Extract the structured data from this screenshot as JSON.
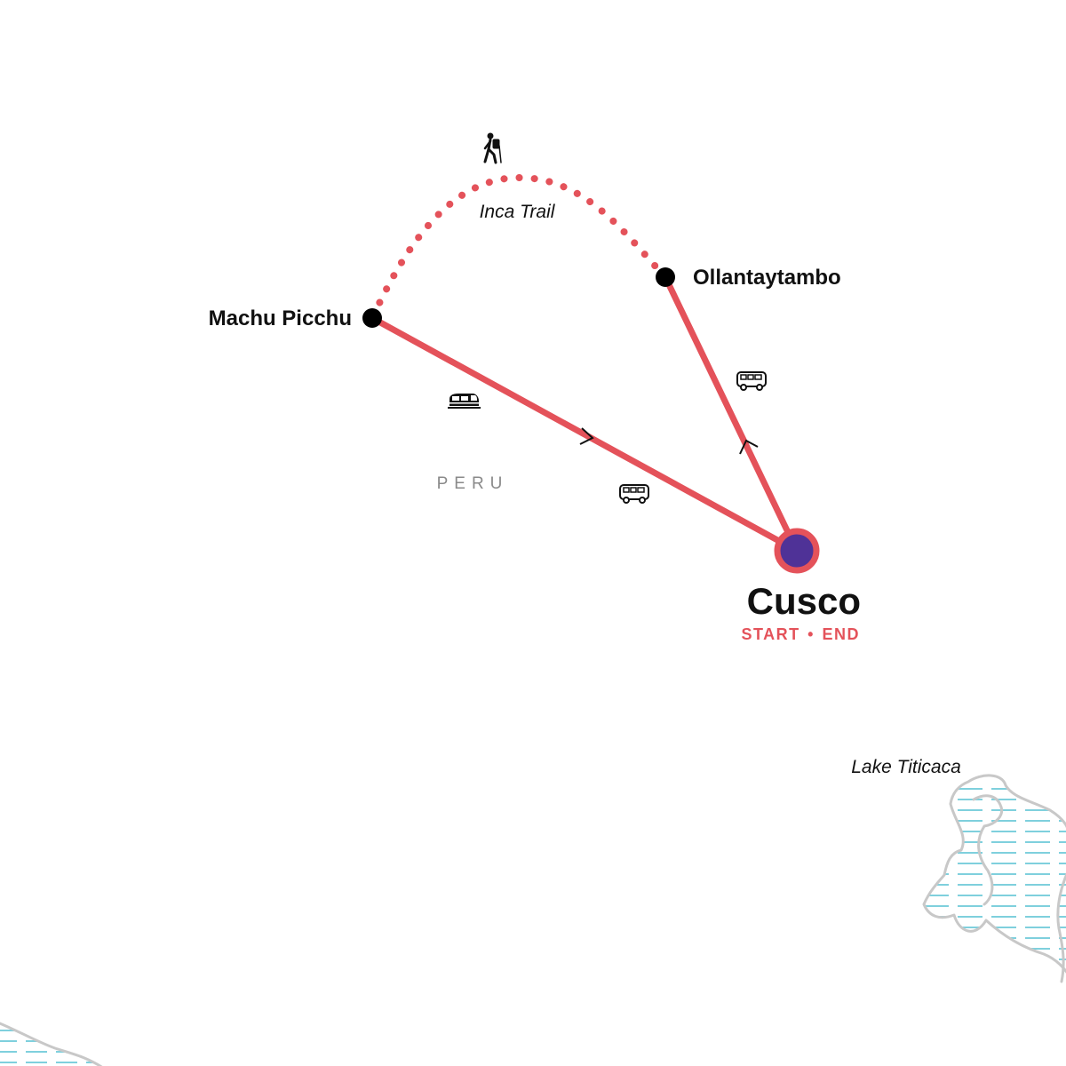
{
  "places": {
    "machu_picchu": "Machu Picchu",
    "ollantaytambo": "Ollantaytambo",
    "cusco": "Cusco",
    "cusco_start": "START",
    "cusco_separator": "•",
    "cusco_end": "END"
  },
  "regions": {
    "country": "PERU",
    "lake": "Lake Titicaca"
  },
  "routes": {
    "trail_name": "Inca Trail"
  },
  "icons": {
    "hiker": "hiker-icon",
    "train": "train-icon",
    "bus": "bus-icon",
    "direction": "chevron-arrow-icon"
  },
  "colors": {
    "route": "#e4525a",
    "stop": "#000000",
    "start_end_fill": "#4f3297",
    "start_end_ring": "#e4525a",
    "water_outline": "#c8c8c8",
    "water_lines": "#7fd0dd",
    "country_text": "#8a8a8a"
  }
}
